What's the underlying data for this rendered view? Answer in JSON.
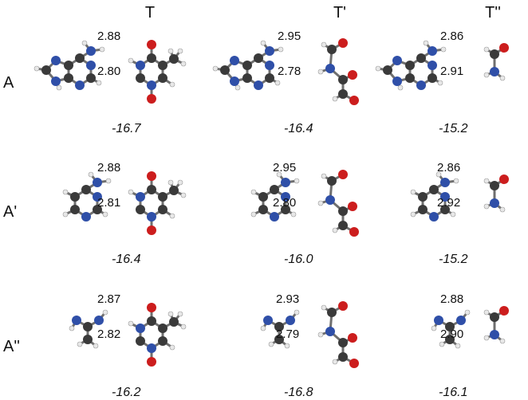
{
  "columns": [
    "T",
    "T'",
    "T''"
  ],
  "rows": [
    "A",
    "A'",
    "A''"
  ],
  "colors": {
    "carbon": "#3a3a3a",
    "nitrogen": "#2f4fa8",
    "oxygen": "#cc1d1d",
    "hydrogen": "#e8e8e8",
    "bond": "#6f6f6f"
  },
  "cells": [
    [
      {
        "d1": "2.88",
        "d2": "2.80",
        "energy": "-16.7"
      },
      {
        "d1": "2.95",
        "d2": "2.78",
        "energy": "-16.4"
      },
      {
        "d1": "2.86",
        "d2": "2.91",
        "energy": "-15.2"
      }
    ],
    [
      {
        "d1": "2.88",
        "d2": "2.81",
        "energy": "-16.4"
      },
      {
        "d1": "2.95",
        "d2": "2.80",
        "energy": "-16.0"
      },
      {
        "d1": "2.86",
        "d2": "2.92",
        "energy": "-15.2"
      }
    ],
    [
      {
        "d1": "2.87",
        "d2": "2.82",
        "energy": "-16.2"
      },
      {
        "d1": "2.93",
        "d2": "2.79",
        "energy": "-16.8"
      },
      {
        "d1": "2.88",
        "d2": "2.90",
        "energy": "-16.1"
      }
    ]
  ]
}
